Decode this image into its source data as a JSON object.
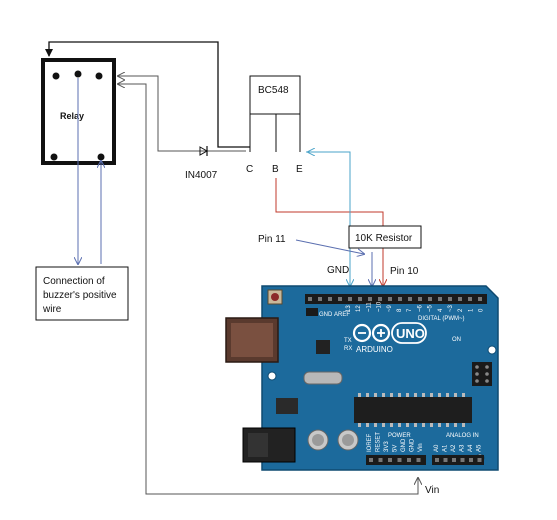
{
  "relay": {
    "label": "Relay"
  },
  "transistor": {
    "label": "BC548",
    "pins": {
      "c": "C",
      "b": "B",
      "e": "E"
    }
  },
  "diode": {
    "label": "IN4007"
  },
  "resistor": {
    "label": "10K Resistor"
  },
  "pins": {
    "pin11": "Pin 11",
    "gnd": "GND",
    "pin10": "Pin 10",
    "vin": "Vin"
  },
  "buzzer": {
    "line1": "Connection of",
    "line2": "buzzer's positive",
    "line3": "wire"
  },
  "board": {
    "logo": "UNO",
    "name": "ARDUINO",
    "digital_label": "DIGITAL (PWM~)",
    "power_label": "POWER",
    "analog_label": "ANALOG IN",
    "aref": "AREF",
    "gnd": "GND",
    "tx": "TX",
    "rx": "RX",
    "on": "ON",
    "power_pins": [
      "IOREF",
      "RESET",
      "3V3",
      "5V",
      "GND",
      "GND",
      "Vin"
    ],
    "analog_pins": [
      "A0",
      "A1",
      "A2",
      "A3",
      "A4",
      "A5"
    ],
    "digital_pins": [
      "13",
      "12",
      "~11",
      "~10",
      "~9",
      "8",
      "7",
      "~6",
      "~5",
      "4",
      "~3",
      "2",
      "1",
      "0"
    ]
  },
  "colors": {
    "wire_black": "#111111",
    "wire_gray": "#555555",
    "wire_blue": "#5b6fb0",
    "wire_red": "#c0392b",
    "wire_cyan": "#4aa3c8",
    "board_blue": "#1c6a9c"
  }
}
